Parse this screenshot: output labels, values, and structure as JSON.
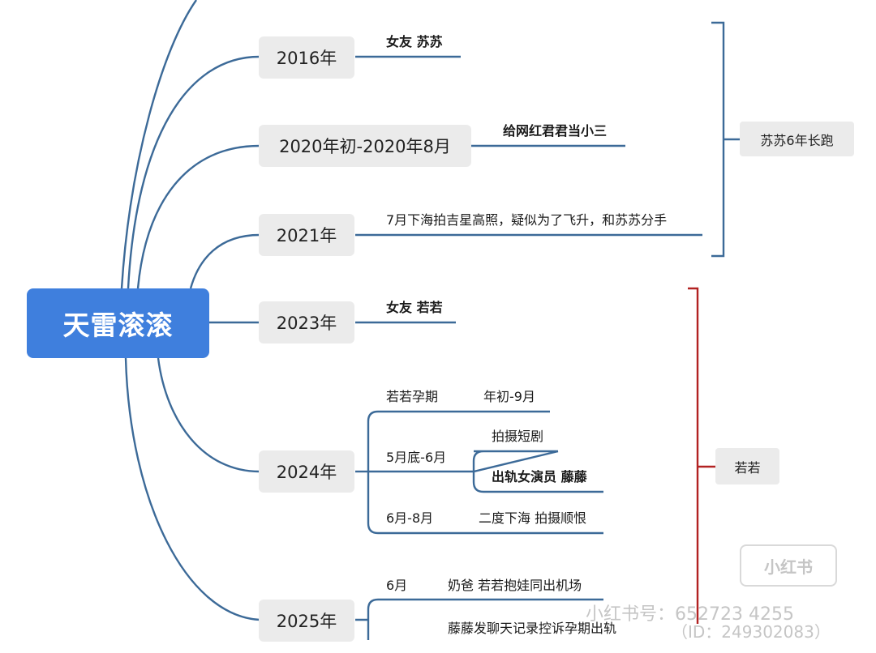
{
  "root": {
    "label": "天雷滚滚"
  },
  "nodes": [
    {
      "label": "2016年",
      "notes": [
        "女友 苏苏"
      ]
    },
    {
      "label": "2020年初-2020年8月",
      "notes": [
        "给网红君君当小三"
      ]
    },
    {
      "label": "2021年",
      "notes": [
        "7月下海拍吉星高照，疑似为了飞升，和苏苏分手"
      ]
    },
    {
      "label": "2023年",
      "notes": [
        "女友 若若"
      ]
    },
    {
      "label": "2024年",
      "notes": [
        "若若孕期",
        "年初-9月",
        "5月底-6月",
        "拍摄短剧",
        "出轨女演员 藤藤",
        "6月-8月",
        "二度下海 拍摄顺恨"
      ]
    },
    {
      "label": "2025年",
      "notes": [
        "6月",
        "奶爸 若若抱娃同出机场",
        "藤藤发聊天记录控诉孕期出轨"
      ]
    }
  ],
  "groups": [
    {
      "label": "苏苏6年长跑",
      "color": "#3c6a98"
    },
    {
      "label": "若若",
      "color": "#b22222"
    }
  ],
  "colors": {
    "line": "#3c6a98",
    "root": "#3f7fdd",
    "node": "#ebebeb"
  },
  "watermarks": {
    "logo": "小红书",
    "account": "小红书号：652723 4255",
    "id": "（ID：249302083）"
  }
}
